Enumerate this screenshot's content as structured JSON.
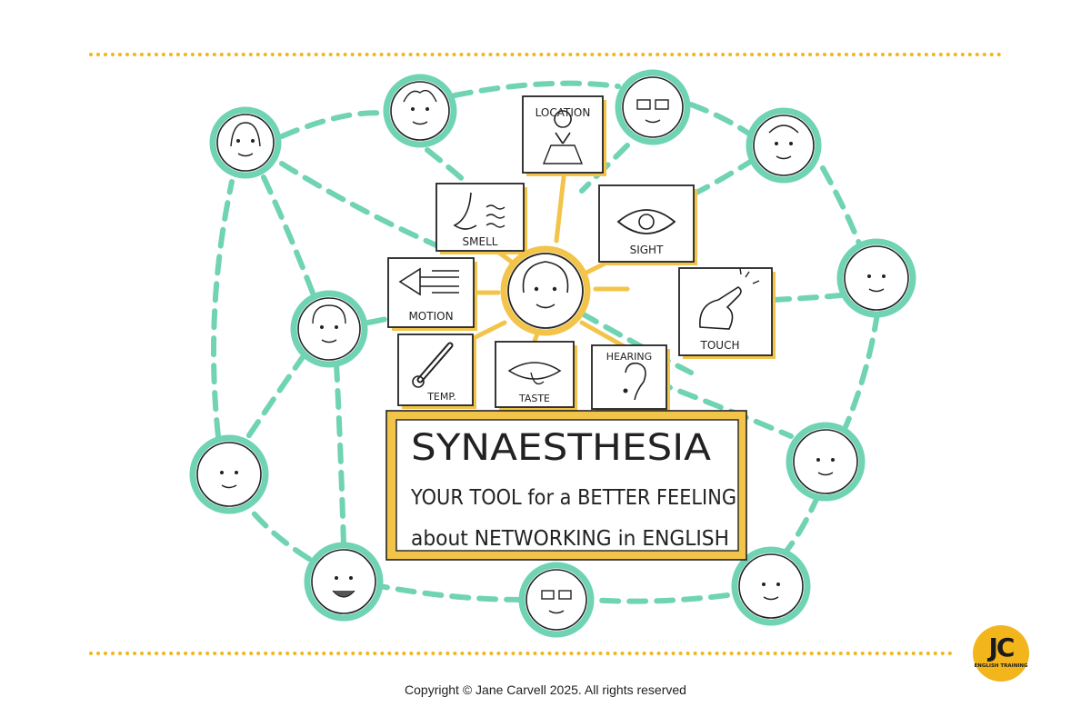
{
  "title": {
    "main": "SYNAESTHESIA",
    "line1": "YOUR TOOL for a BETTER FEELING",
    "line2": "about NETWORKING in ENGLISH"
  },
  "senses": {
    "location": "LOCATION",
    "smell": "SMELL",
    "sight": "SIGHT",
    "motion": "MOTION",
    "touch": "TOUCH",
    "temp": "TEMP.",
    "taste": "TASTE",
    "hearing": "HEARING"
  },
  "logo": {
    "letters": "JC",
    "subtitle": "ENGLISH TRAINING"
  },
  "footer": {
    "copyright": "Copyright © Jane Carvell 2025. All rights reserved"
  },
  "colors": {
    "accent": "#f2b51c",
    "network": "#6fd3b4",
    "ink": "#222222"
  }
}
